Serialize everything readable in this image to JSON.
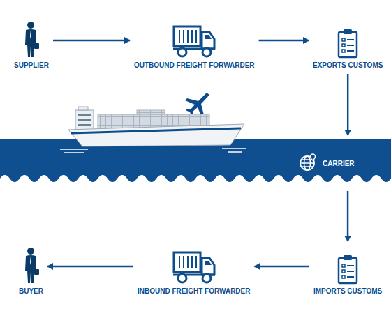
{
  "diagram": {
    "nodes": [
      {
        "text": [
          "SUPPLIER"
        ]
      },
      {
        "text": [
          "OUTBOUND FREIGHT FORWARDER"
        ]
      },
      {
        "text": [
          "EXPORTS CUSTOMS"
        ]
      },
      {
        "text": [
          "CARRIER"
        ]
      },
      {
        "text": [
          "IMPORTS CUSTOMS"
        ]
      },
      {
        "text": [
          "INBOUND FREIGHT FORWARDER"
        ]
      },
      {
        "text": [
          "BUYER"
        ]
      }
    ],
    "edges": [
      {
        "from": 0,
        "to": 1,
        "arrow": "to"
      },
      {
        "from": 1,
        "to": 2,
        "arrow": "to"
      },
      {
        "from": 2,
        "to": 3,
        "arrow": "to"
      },
      {
        "from": 3,
        "to": 4,
        "arrow": "to"
      },
      {
        "from": 4,
        "to": 5,
        "arrow": "to"
      },
      {
        "from": 5,
        "to": 6,
        "arrow": "to"
      }
    ]
  }
}
